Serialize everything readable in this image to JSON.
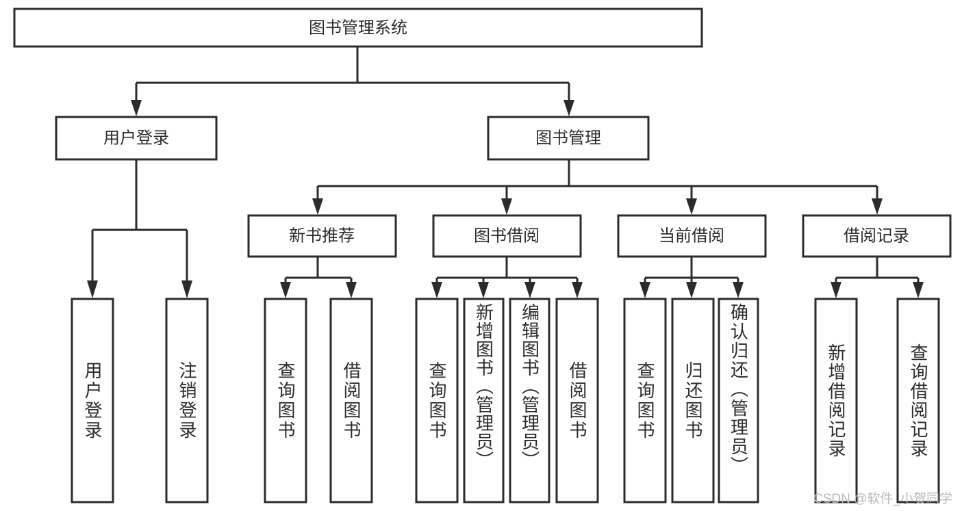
{
  "diagram": {
    "type": "tree-hierarchy-chart",
    "title": "图书管理系统",
    "background_color": "#ffffff",
    "line_color": "#2b2b2b",
    "text_color": "#2b2b2b",
    "levels": 4,
    "root": {
      "id": "root",
      "label": "图书管理系统"
    },
    "level2": [
      {
        "id": "user-login",
        "label": "用户登录"
      },
      {
        "id": "book-manage",
        "label": "图书管理"
      }
    ],
    "level3": [
      {
        "id": "new-book-recommend",
        "label": "新书推荐",
        "parent": "book-manage"
      },
      {
        "id": "book-borrow",
        "label": "图书借阅",
        "parent": "book-manage"
      },
      {
        "id": "current-borrow",
        "label": "当前借阅",
        "parent": "book-manage"
      },
      {
        "id": "borrow-record",
        "label": "借阅记录",
        "parent": "book-manage"
      }
    ],
    "leaves": [
      {
        "id": "leaf-user-login",
        "label": "用户登录",
        "parent": "user-login"
      },
      {
        "id": "leaf-user-logout",
        "label": "注销登录",
        "parent": "user-login"
      },
      {
        "id": "leaf-query-book-1",
        "label": "查询图书",
        "parent": "new-book-recommend"
      },
      {
        "id": "leaf-borrow-book-1",
        "label": "借阅图书",
        "parent": "new-book-recommend"
      },
      {
        "id": "leaf-query-book-2",
        "label": "查询图书",
        "parent": "book-borrow"
      },
      {
        "id": "leaf-add-book",
        "label": "新增图书（管理员）",
        "parent": "book-borrow"
      },
      {
        "id": "leaf-edit-book",
        "label": "编辑图书（管理员）",
        "parent": "book-borrow"
      },
      {
        "id": "leaf-borrow-book-2",
        "label": "借阅图书",
        "parent": "book-borrow"
      },
      {
        "id": "leaf-query-book-3",
        "label": "查询图书",
        "parent": "current-borrow"
      },
      {
        "id": "leaf-return-book",
        "label": "归还图书",
        "parent": "current-borrow"
      },
      {
        "id": "leaf-confirm-return",
        "label": "确认归还（管理员）",
        "parent": "current-borrow"
      },
      {
        "id": "leaf-add-record",
        "label": "新增借阅记录",
        "parent": "borrow-record"
      },
      {
        "id": "leaf-query-record",
        "label": "查询借阅记录",
        "parent": "borrow-record"
      }
    ]
  },
  "watermark": {
    "text": "CSDN @软件_小贺同学"
  }
}
